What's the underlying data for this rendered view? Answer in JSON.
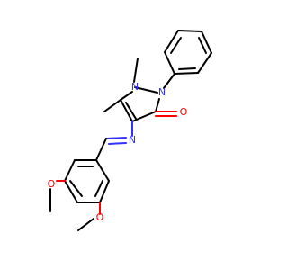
{
  "molecule": {
    "atoms": {
      "n1": "N",
      "n2": "N",
      "n_imine": "N",
      "o_carbonyl": "O",
      "o_methoxy_3": "O",
      "o_methoxy_4": "O"
    },
    "colors": {
      "bond": "#000000",
      "nitrogen": "#3333ff",
      "oxygen": "#ff0000",
      "background": "#ffffff"
    }
  }
}
